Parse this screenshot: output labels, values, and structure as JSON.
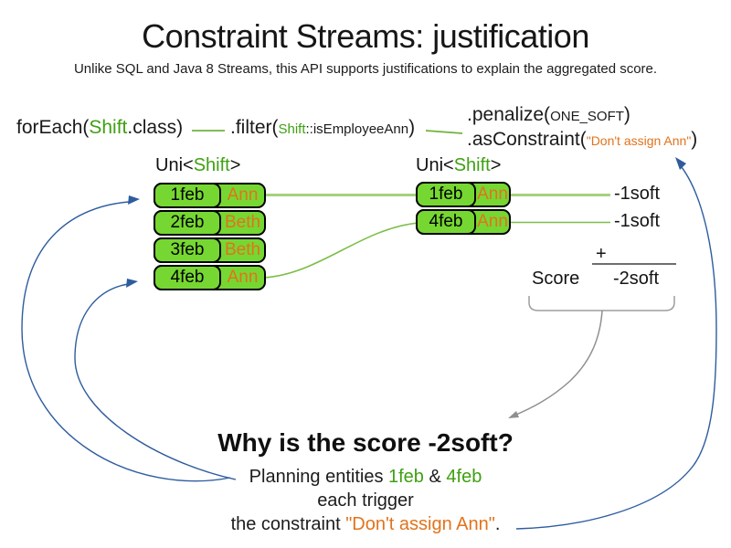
{
  "title": "Constraint Streams: justification",
  "subtitle": "Unlike SQL and Java 8 Streams, this API supports justifications to explain the aggregated score.",
  "code": {
    "foreach": {
      "pre": "forEach(",
      "arg": "Shift",
      "post": ".class)"
    },
    "filter": {
      "pre": ".filter(",
      "arg_type": "Shift",
      "arg_rest": "::isEmployeeAnn",
      "post": ")"
    },
    "penalize": {
      "pre": ".penalize(",
      "arg": "ONE_SOFT",
      "post": ")"
    },
    "as_constraint": {
      "pre": ".asConstraint(",
      "arg": "\"Don't assign Ann\"",
      "post": ")"
    }
  },
  "left_stream": {
    "label": {
      "pre": "Uni<",
      "type": "Shift",
      "post": ">"
    },
    "rows": [
      {
        "date": "1feb",
        "employee": "Ann"
      },
      {
        "date": "2feb",
        "employee": "Beth"
      },
      {
        "date": "3feb",
        "employee": "Beth"
      },
      {
        "date": "4feb",
        "employee": "Ann"
      }
    ]
  },
  "right_stream": {
    "label": {
      "pre": "Uni<",
      "type": "Shift",
      "post": ">"
    },
    "rows": [
      {
        "date": "1feb",
        "employee": "Ann",
        "penalty": "-1soft"
      },
      {
        "date": "4feb",
        "employee": "Ann",
        "penalty": "-1soft"
      }
    ]
  },
  "score": {
    "plus": "+",
    "label": "Score",
    "total": "-2soft"
  },
  "explanation": {
    "heading": "Why is the score -2soft?",
    "line1": {
      "pre": "Planning entities ",
      "entity1": "1feb",
      "mid": " & ",
      "entity2": "4feb"
    },
    "line2": "each trigger",
    "line3": {
      "pre": "the constraint ",
      "constraint": "\"Don't assign Ann\"",
      "post": "."
    }
  },
  "colors": {
    "green_text": "#3fa012",
    "box_fill": "#76d732",
    "box_border": "#000000",
    "line_light_green": "#a6d17e",
    "line_dark_green": "#7cbe46",
    "orange": "#e2731b",
    "blue_arrow": "#2e5c9e",
    "gray_bracket": "#9e9e9e",
    "gray_arrow": "#8f8f8f",
    "sum_line": "#6e6e6e"
  }
}
